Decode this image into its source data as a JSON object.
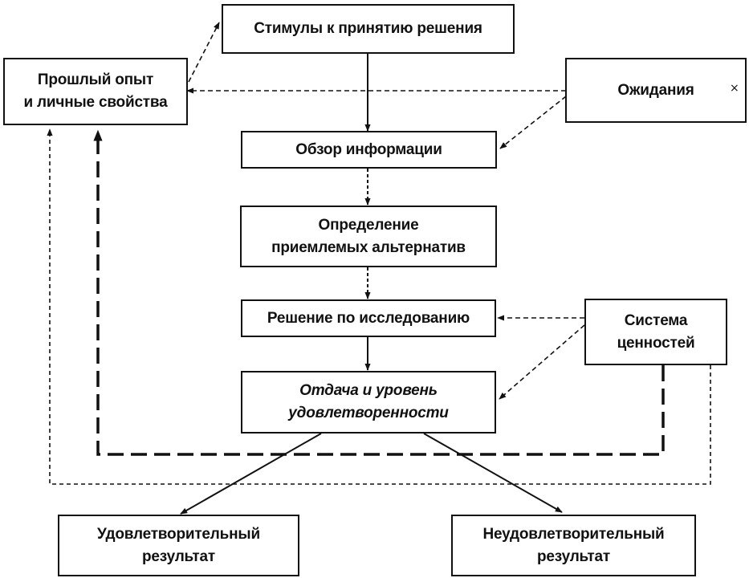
{
  "diagram": {
    "nodes": {
      "stimuli": "Стимулы к принятию решения",
      "past_experience": "Прошлый опыт\nи личные свойства",
      "expectations": "Ожидания",
      "info_review": "Обзор информации",
      "alternatives": "Определение\nприемлемых альтернатив",
      "research_decision": "Решение по исследованию",
      "value_system": "Система\nценностей",
      "return_satisfaction": "Отдача и уровень\nудовлетворенности",
      "satisfactory": "Удовлетворительный\nрезультат",
      "unsatisfactory": "Неудовлетворительный\nрезультат"
    },
    "stray_mark": "×",
    "line_color": "#111111"
  }
}
